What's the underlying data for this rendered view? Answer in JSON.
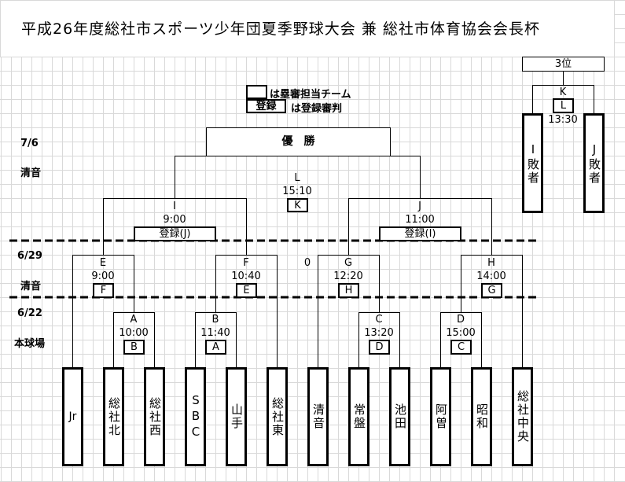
{
  "title": "平成26年度総社市スポーツ少年団夏季野球大会 兼 総社市体育協会会長杯",
  "legend": {
    "umpire_box_text": "は塁審担当チーム",
    "registered_box_label": "登録",
    "registered_text": "は登録審判"
  },
  "dates": [
    {
      "date": "7/6",
      "venue": "清音"
    },
    {
      "date": "6/29",
      "venue": "清音"
    },
    {
      "date": "6/22",
      "venue": "本球場"
    }
  ],
  "championship": {
    "label": "優　勝"
  },
  "games": {
    "L": {
      "id": "L",
      "time": "15:10",
      "umpire": "K"
    },
    "I": {
      "id": "I",
      "time": "9:00",
      "umpire": "登録(J)"
    },
    "J": {
      "id": "J",
      "time": "11:00",
      "umpire": "登録(I)"
    },
    "E": {
      "id": "E",
      "time": "9:00",
      "umpire": "F"
    },
    "F": {
      "id": "F",
      "time": "10:40",
      "umpire": "E"
    },
    "G": {
      "id": "G",
      "time": "12:20",
      "umpire": "H"
    },
    "H": {
      "id": "H",
      "time": "14:00",
      "umpire": "G"
    },
    "A": {
      "id": "A",
      "time": "10:00",
      "umpire": "B"
    },
    "B": {
      "id": "B",
      "time": "11:40",
      "umpire": "A"
    },
    "C": {
      "id": "C",
      "time": "13:20",
      "umpire": "D"
    },
    "D": {
      "id": "D",
      "time": "15:00",
      "umpire": "C"
    }
  },
  "stray_mark": "0",
  "third_place": {
    "label": "3位",
    "game": {
      "id": "K",
      "time": "13:30",
      "umpire": "L"
    },
    "left": "I敗者",
    "right": "J敗者"
  },
  "teams": [
    {
      "name": "Jr",
      "horizontal": true
    },
    {
      "name": "総社北"
    },
    {
      "name": "総社西"
    },
    {
      "name": "SBC"
    },
    {
      "name": "山手"
    },
    {
      "name": "総社東"
    },
    {
      "name": "清音"
    },
    {
      "name": "常盤"
    },
    {
      "name": "池田"
    },
    {
      "name": "阿曽"
    },
    {
      "name": "昭和"
    },
    {
      "name": "総社中央"
    }
  ],
  "colors": {
    "grid": "#d9d9d9",
    "line": "#000000",
    "background": "#ffffff"
  }
}
